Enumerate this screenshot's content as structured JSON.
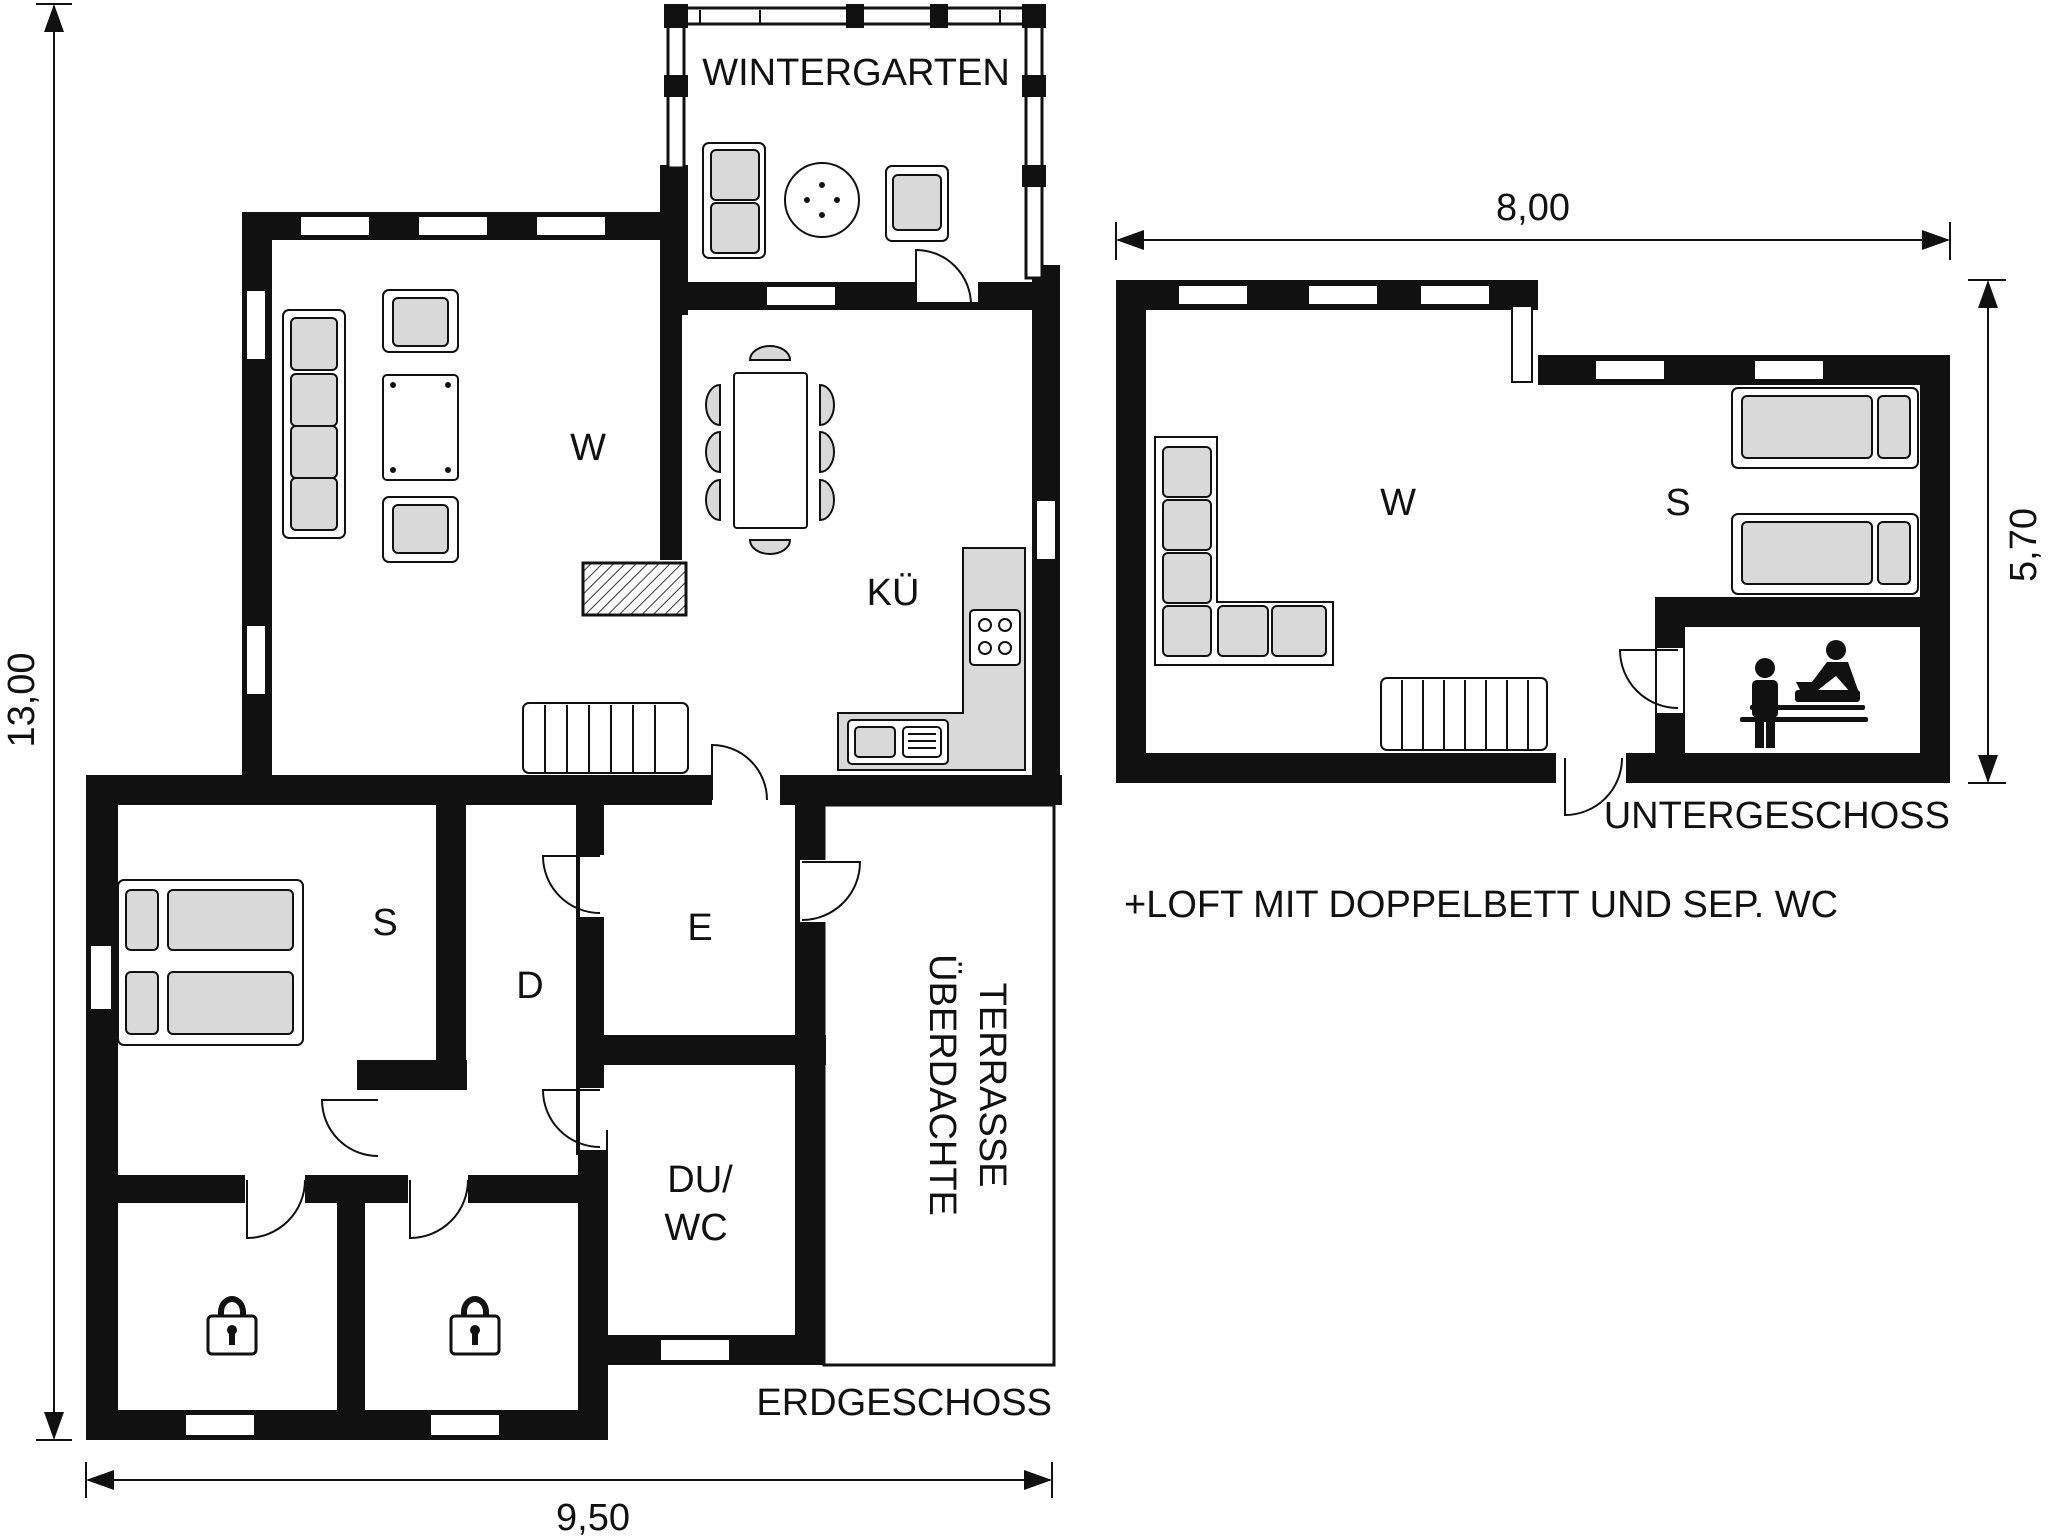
{
  "labels": {
    "wintergarten": "WINTERGARTEN",
    "eg_w": "W",
    "eg_kue": "KÜ",
    "eg_s": "S",
    "eg_d": "D",
    "eg_e": "E",
    "eg_du": "DU/",
    "eg_wc": "WC",
    "terrasse_1": "ÜBERDACHTE",
    "terrasse_2": "TERRASSE",
    "erdgeschoss": "ERDGESCHOSS",
    "ug_w": "W",
    "ug_s": "S",
    "untergeschoss": "UNTERGESCHOSS",
    "loft_note": "+LOFT MIT DOPPELBETT UND SEP. WC"
  },
  "dimensions": {
    "eg_width": "9,50",
    "eg_height": "13,00",
    "ug_width": "8,00",
    "ug_height": "5,70"
  },
  "icons": {
    "lock": "lock-icon",
    "sauna": "sauna-icon"
  },
  "colors": {
    "wall": "#111111",
    "furniture_fill": "#d9d9d9",
    "background": "#ffffff"
  }
}
